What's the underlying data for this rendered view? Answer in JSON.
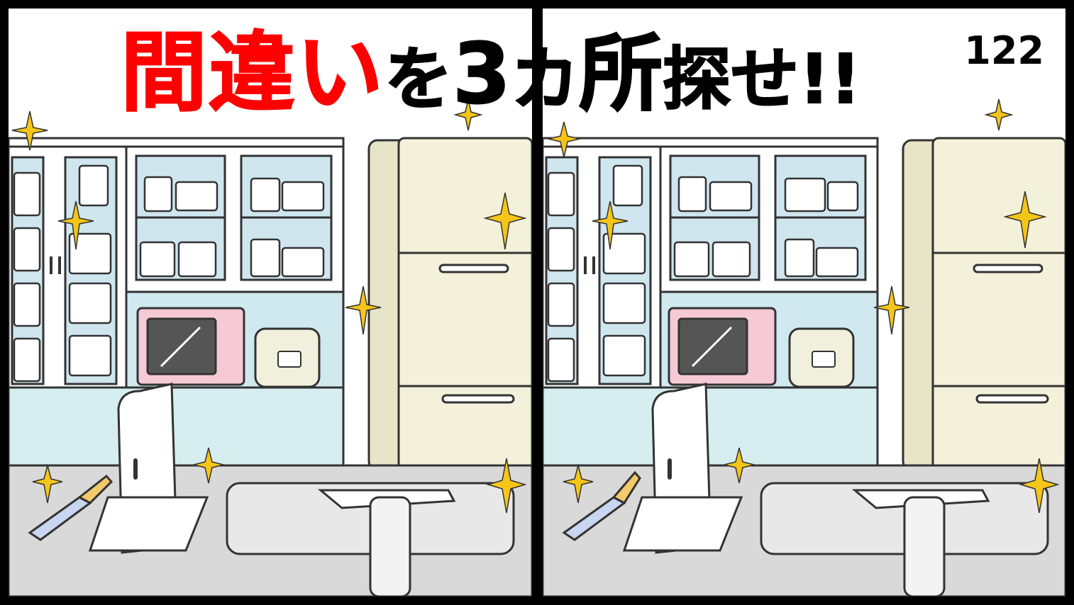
{
  "title": {
    "highlight": "間違い",
    "part_o": "を",
    "part_3": "3",
    "part_ka": "カ",
    "part_sho": "所",
    "part_sagase": "探せ!!"
  },
  "puzzle_number": "122",
  "colors": {
    "title_red": "#ff0000",
    "fridge": "#f4f1da",
    "microwave_left": "#f6c9d6",
    "microwave_right": "#f6c9d6",
    "backsplash": "#cfe9ef",
    "lower_cabinets": "#d7eef1",
    "counter": "#d9d9d9",
    "sparkle": "#f5c518"
  },
  "panels": [
    {
      "name": "left",
      "fridge_extra_handle": true,
      "sparkle_on_microwave": false
    },
    {
      "name": "right",
      "fridge_extra_handle": true,
      "sparkle_on_microwave": false
    }
  ]
}
